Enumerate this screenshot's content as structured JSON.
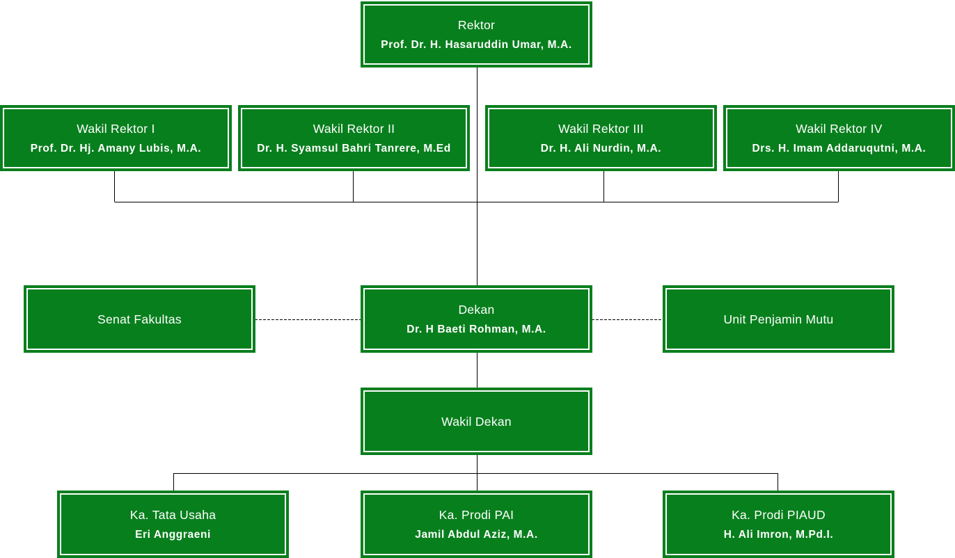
{
  "colors": {
    "box_fill": "#087f1d",
    "box_inner_border": "#ffffff",
    "text": "#ffffff",
    "connector": "#000000"
  },
  "rektor": {
    "title": "Rektor",
    "name": "Prof. Dr. H. Hasaruddin Umar, M.A."
  },
  "wakil_rektor": [
    {
      "title": "Wakil Rektor I",
      "name": "Prof. Dr. Hj. Amany Lubis, M.A."
    },
    {
      "title": "Wakil Rektor II",
      "name": "Dr. H. Syamsul Bahri Tanrere, M.Ed"
    },
    {
      "title": "Wakil Rektor III",
      "name": "Dr. H. Ali Nurdin, M.A."
    },
    {
      "title": "Wakil Rektor IV",
      "name": "Drs. H. Imam Addaruqutni, M.A."
    }
  ],
  "senat": {
    "title": "Senat Fakultas"
  },
  "dekan": {
    "title": "Dekan",
    "name": "Dr. H Baeti Rohman, M.A."
  },
  "upm": {
    "title": "Unit Penjamin Mutu"
  },
  "wakil_dekan": {
    "title": "Wakil Dekan"
  },
  "bottom": [
    {
      "title": "Ka. Tata Usaha",
      "name": "Eri Anggraeni"
    },
    {
      "title": "Ka. Prodi PAI",
      "name": "Jamil Abdul Aziz, M.A."
    },
    {
      "title": "Ka. Prodi PIAUD",
      "name": "H. Ali Imron, M.Pd.I."
    }
  ]
}
